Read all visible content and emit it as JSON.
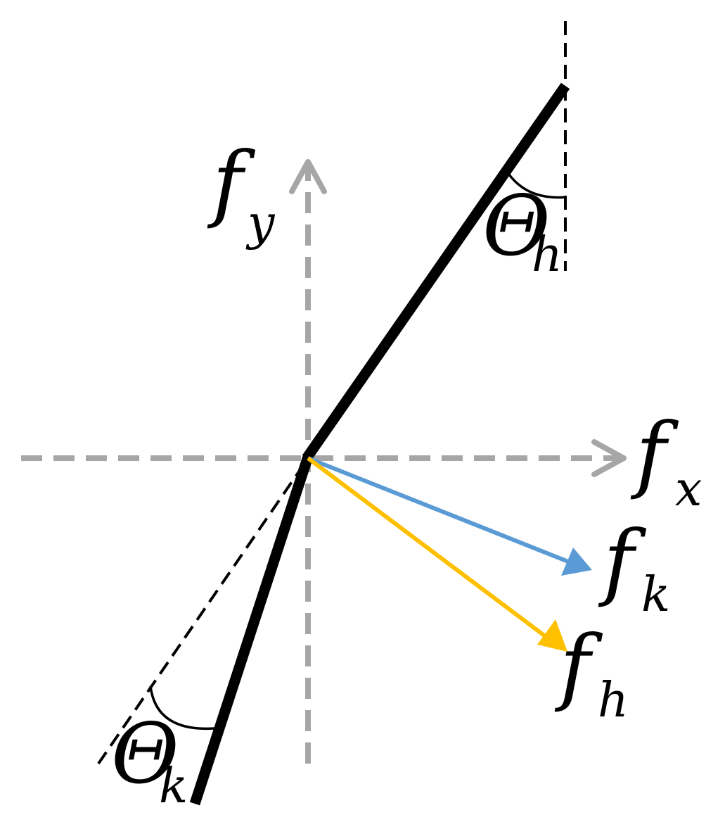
{
  "labels": {
    "fy": {
      "main": "f",
      "sub": "y"
    },
    "fx": {
      "main": "f",
      "sub": "x"
    },
    "fk": {
      "main": "f",
      "sub": "k"
    },
    "fh": {
      "main": "f",
      "sub": "h"
    },
    "theta_h": {
      "main": "Θ",
      "sub": "h"
    },
    "theta_k": {
      "main": "Θ",
      "sub": "k"
    }
  },
  "colors": {
    "axis": "#a6a6a6",
    "link": "#000000",
    "reference": "#000000",
    "fk_vector": "#5b9bd5",
    "fh_vector": "#ffc000"
  }
}
